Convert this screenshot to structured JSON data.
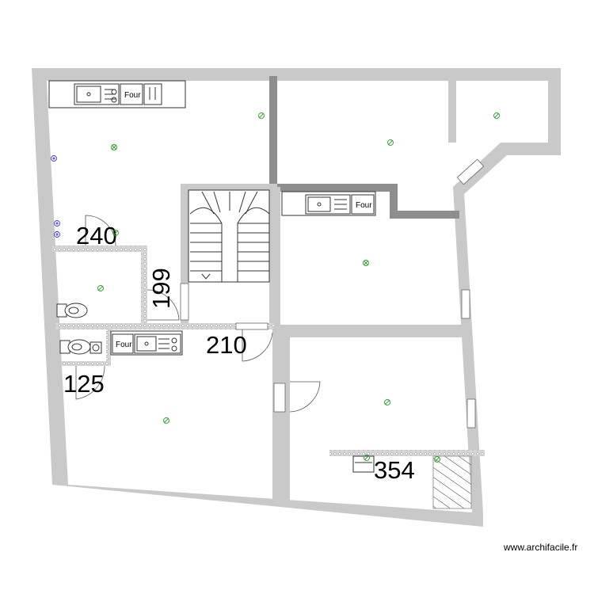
{
  "plan": {
    "dimensions": [
      {
        "id": "dim-240",
        "value": "240"
      },
      {
        "id": "dim-199",
        "value": "199"
      },
      {
        "id": "dim-210",
        "value": "210"
      },
      {
        "id": "dim-125",
        "value": "125"
      },
      {
        "id": "dim-354",
        "value": "354"
      }
    ],
    "appliance_label": "Four",
    "credit": "www.archifacile.fr"
  },
  "colors": {
    "wall": "#c9c9c9",
    "wall_dark": "#8e8e8e",
    "light_fixture": "#2f9e2f",
    "socket": "#3b3bd0"
  }
}
